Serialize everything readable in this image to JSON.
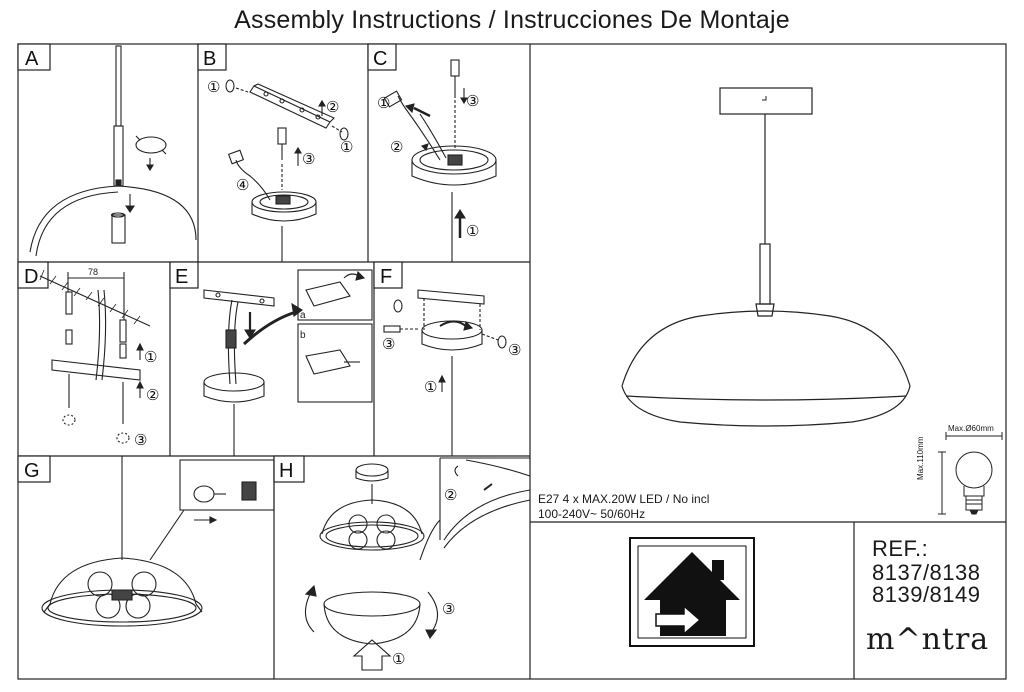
{
  "title": "Assembly Instructions / Instrucciones De Montaje",
  "steps": {
    "a": "A",
    "b": "B",
    "c": "C",
    "d": "D",
    "e": "E",
    "f": "F",
    "g": "G",
    "h": "H"
  },
  "callouts": {
    "one": "①",
    "two": "②",
    "three": "③",
    "four": "④"
  },
  "dimension_78": "78",
  "sub_a": "a",
  "sub_b": "b",
  "spec_line1": "E27 4 x MAX.20W LED / No incl",
  "spec_line2": "100-240V~ 50/60Hz",
  "bulb_diameter": "Max.Ø60mm",
  "bulb_height": "Max.110mm",
  "ref_label": "REF.:",
  "ref_line1": "8137/8138",
  "ref_line2": "8139/8149",
  "brand": "m^ntra",
  "icon": "indoor-use-house-icon"
}
